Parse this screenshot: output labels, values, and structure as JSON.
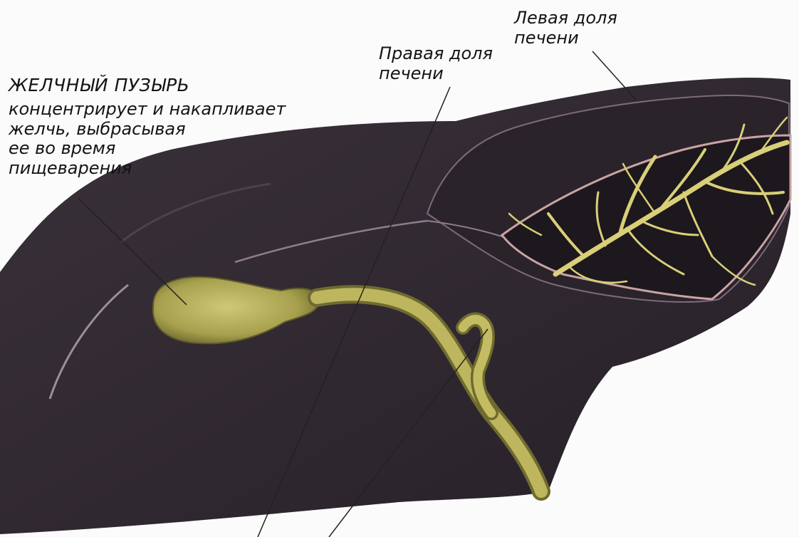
{
  "labels": {
    "left_lobe": {
      "line1": "Левая доля",
      "line2": "печени"
    },
    "right_lobe": {
      "line1": "Правая доля",
      "line2": "печени"
    },
    "gallbladder": {
      "title": "ЖЕЛЧНЫЙ ПУЗЫРЬ",
      "lines": [
        "концентрирует и накапливает",
        "желчь, выбрасывая",
        "ее во время",
        "пищеварения"
      ]
    }
  },
  "colors": {
    "liver": "#332b32",
    "liver_shade": "#241e24",
    "liver_highlight": "#4a3f47",
    "bile": "#b9b35a",
    "bile_dark": "#6f6a2f",
    "ducts": "#d8cf78",
    "outline": "#c9a3a3",
    "leader": "#222222"
  }
}
